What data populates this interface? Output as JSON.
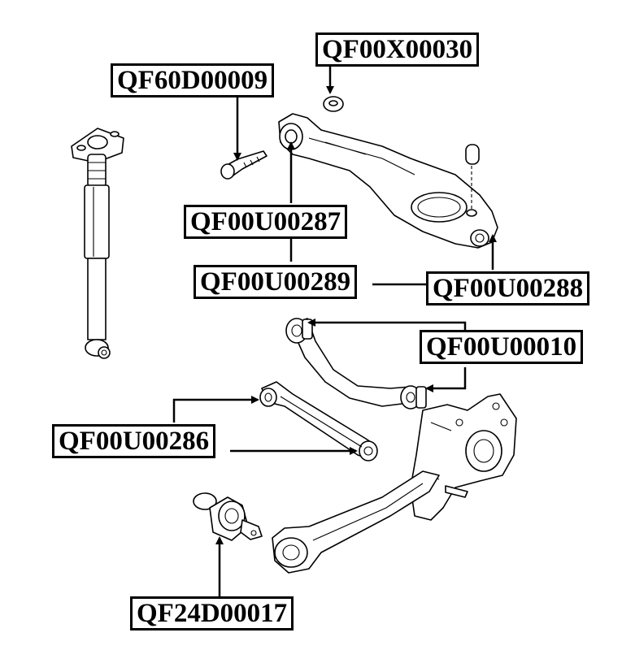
{
  "labels": {
    "qf00x00030": "QF00X00030",
    "qf60d00009": "QF60D00009",
    "qf00u00287": "QF00U00287",
    "qf00u00289": "QF00U00289",
    "qf00u00288": "QF00U00288",
    "qf00u00010": "QF00U00010",
    "qf00u00286": "QF00U00286",
    "qf24d00017": "QF24D00017"
  }
}
